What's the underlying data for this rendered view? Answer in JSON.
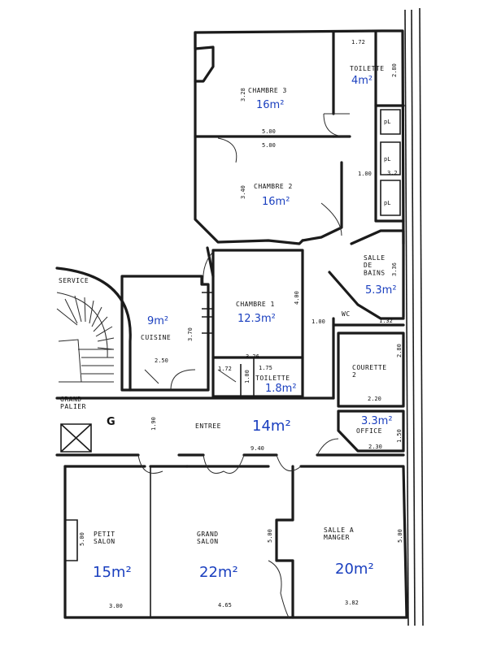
{
  "colors": {
    "area_label": "#1a3fbf",
    "wall": "#1b1b1b"
  },
  "rooms": [
    {
      "name": "CHAMBRE 3",
      "area": "16m²"
    },
    {
      "name": "CHAMBRE 2",
      "area": "16m²"
    },
    {
      "name": "TOILETTE",
      "area": "4m²"
    },
    {
      "name": "CHAMBRE 1",
      "area": "12.3m²"
    },
    {
      "name": "CUISINE",
      "area": "9m²"
    },
    {
      "name": "SALLE\nDE\nBAINS",
      "area": "5.3m²"
    },
    {
      "name": "WC",
      "area": ""
    },
    {
      "name": "COURETTE\n2",
      "area": ""
    },
    {
      "name": "TOILETTE",
      "area": "1.8m²"
    },
    {
      "name": "ENTREE",
      "area": "14m²"
    },
    {
      "name": "OFFICE",
      "area": "3.3m²"
    },
    {
      "name": "PETIT\nSALON",
      "area": "15m²"
    },
    {
      "name": "GRAND\nSALON",
      "area": "22m²"
    },
    {
      "name": "SALLE A\nMANGER",
      "area": "20m²"
    },
    {
      "name": "GRAND\nPALIER",
      "area": ""
    },
    {
      "name": "SERVICE",
      "area": ""
    }
  ],
  "dimensions": [
    "1.72",
    "2.80",
    "3.28",
    "5.00",
    "5.00",
    "3.40",
    "1.00",
    "3.2",
    "3.36",
    "4.00",
    "1.00",
    "1.32",
    "3.70",
    "2.50",
    "1.72",
    "3.26",
    "1.75",
    "1.00",
    "2.80",
    "2.20",
    "1.90",
    "9.40",
    "2.30",
    "1.50",
    "5.00",
    "5.00",
    "5.00",
    "3.00",
    "4.65",
    "3.82"
  ],
  "labels": {
    "pl_1": "pL",
    "pl_2": "pL",
    "pl_3": "pL",
    "g": "G"
  }
}
